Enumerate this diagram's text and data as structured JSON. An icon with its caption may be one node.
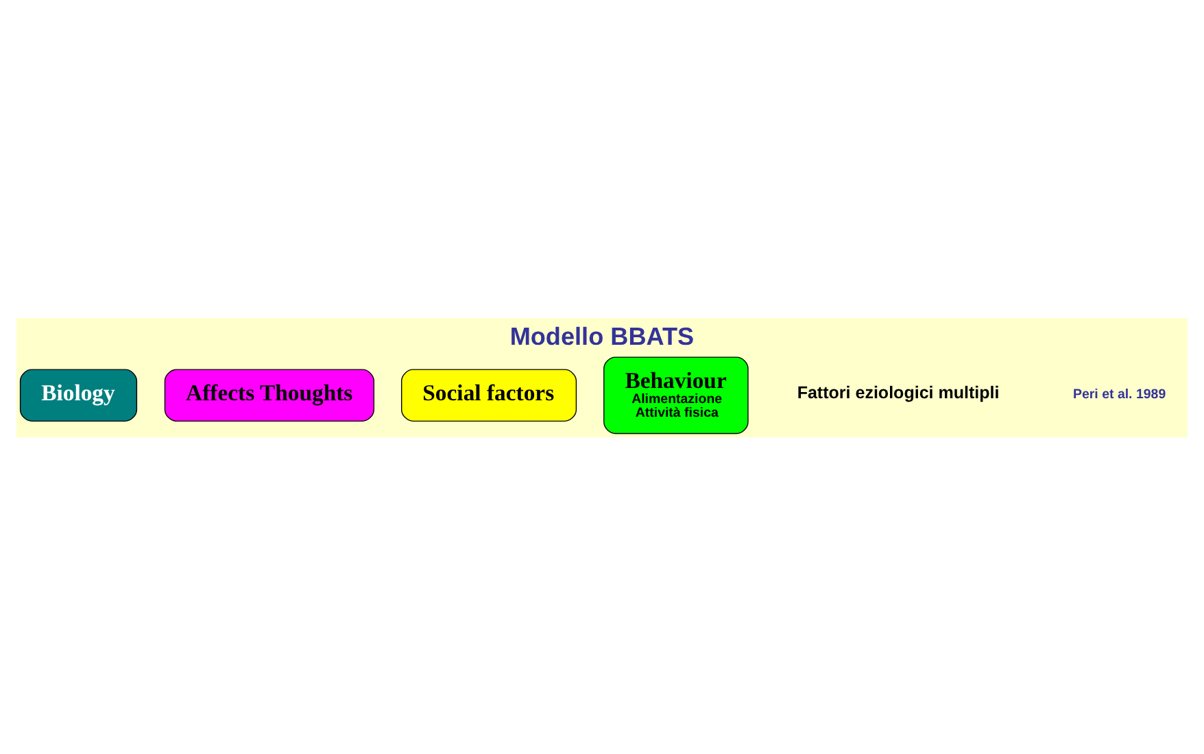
{
  "diagram": {
    "title": "Modello BBATS",
    "nodes": [
      {
        "text": [
          "Biology"
        ]
      },
      {
        "text": [
          "Affects Thoughts"
        ]
      },
      {
        "text": [
          "Social factors"
        ]
      },
      {
        "text": [
          "Behaviour",
          "Alimentazione",
          "Attività fisica"
        ]
      }
    ],
    "labels": [
      "Fattori eziologici multipli",
      "Peri et al. 1989"
    ]
  }
}
